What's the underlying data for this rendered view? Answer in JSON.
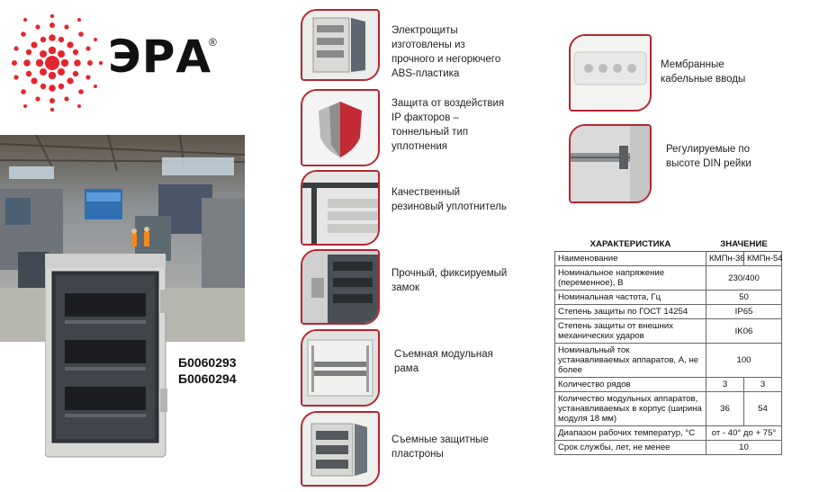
{
  "brand": {
    "name": "ЭРА",
    "registered": "®"
  },
  "product": {
    "sku1": "Б0060293",
    "sku2": "Б0060294"
  },
  "features_center": [
    {
      "text": "Электрощиты изготовлены из прочного и негорючего ABS-пластика",
      "icon": "enclosure-open-icon"
    },
    {
      "text": "Защита от воздействия IP факторов – тоннельный тип уплотнения",
      "icon": "shield-icon"
    },
    {
      "text": "Качественный резиновый уплотнитель",
      "icon": "rubber-seal-icon"
    },
    {
      "text": "Прочный, фиксируемый замок",
      "icon": "lock-icon"
    },
    {
      "text": "Съемная модульная рама",
      "icon": "modular-frame-icon"
    },
    {
      "text": "Съемные защитные пластроны",
      "icon": "protective-panels-icon"
    }
  ],
  "features_right": [
    {
      "text": "Мембранные кабельные вводы",
      "icon": "cable-entries-icon"
    },
    {
      "text": "Регулируемые по высоте DIN рейки",
      "icon": "din-rail-icon"
    }
  ],
  "spec_table": {
    "header_characteristic": "ХАРАКТЕРИСТИКА",
    "header_value": "ЗНАЧЕНИЕ",
    "rows": [
      {
        "name": "Наименование",
        "v1": "КМПн-36",
        "v2": "КМПн-54"
      },
      {
        "name": "Номинальное напряжение (переменное), В",
        "v": "230/400"
      },
      {
        "name": "Номинальная частота, Гц",
        "v": "50"
      },
      {
        "name": "Степень защиты по ГОСТ 14254",
        "v": "IP65"
      },
      {
        "name": "Степень защиты от внешних механических ударов",
        "v": "IK06"
      },
      {
        "name": "Номинальный ток устанавливаемых аппаратов, А, не более",
        "v": "100"
      },
      {
        "name": "Количество рядов",
        "v1": "3",
        "v2": "3"
      },
      {
        "name": "Количество модульных аппаратов, устанавливаемых в корпус (ширина модуля 18 мм)",
        "v1": "36",
        "v2": "54"
      },
      {
        "name": "Диапазон рабочих температур, °С",
        "v": "от - 40° до + 75°"
      },
      {
        "name": "Срок службы, лет, не менее",
        "v": "10"
      }
    ]
  },
  "colors": {
    "accent": "#b32632",
    "logo_red": "#e3262d",
    "text": "#222222"
  }
}
